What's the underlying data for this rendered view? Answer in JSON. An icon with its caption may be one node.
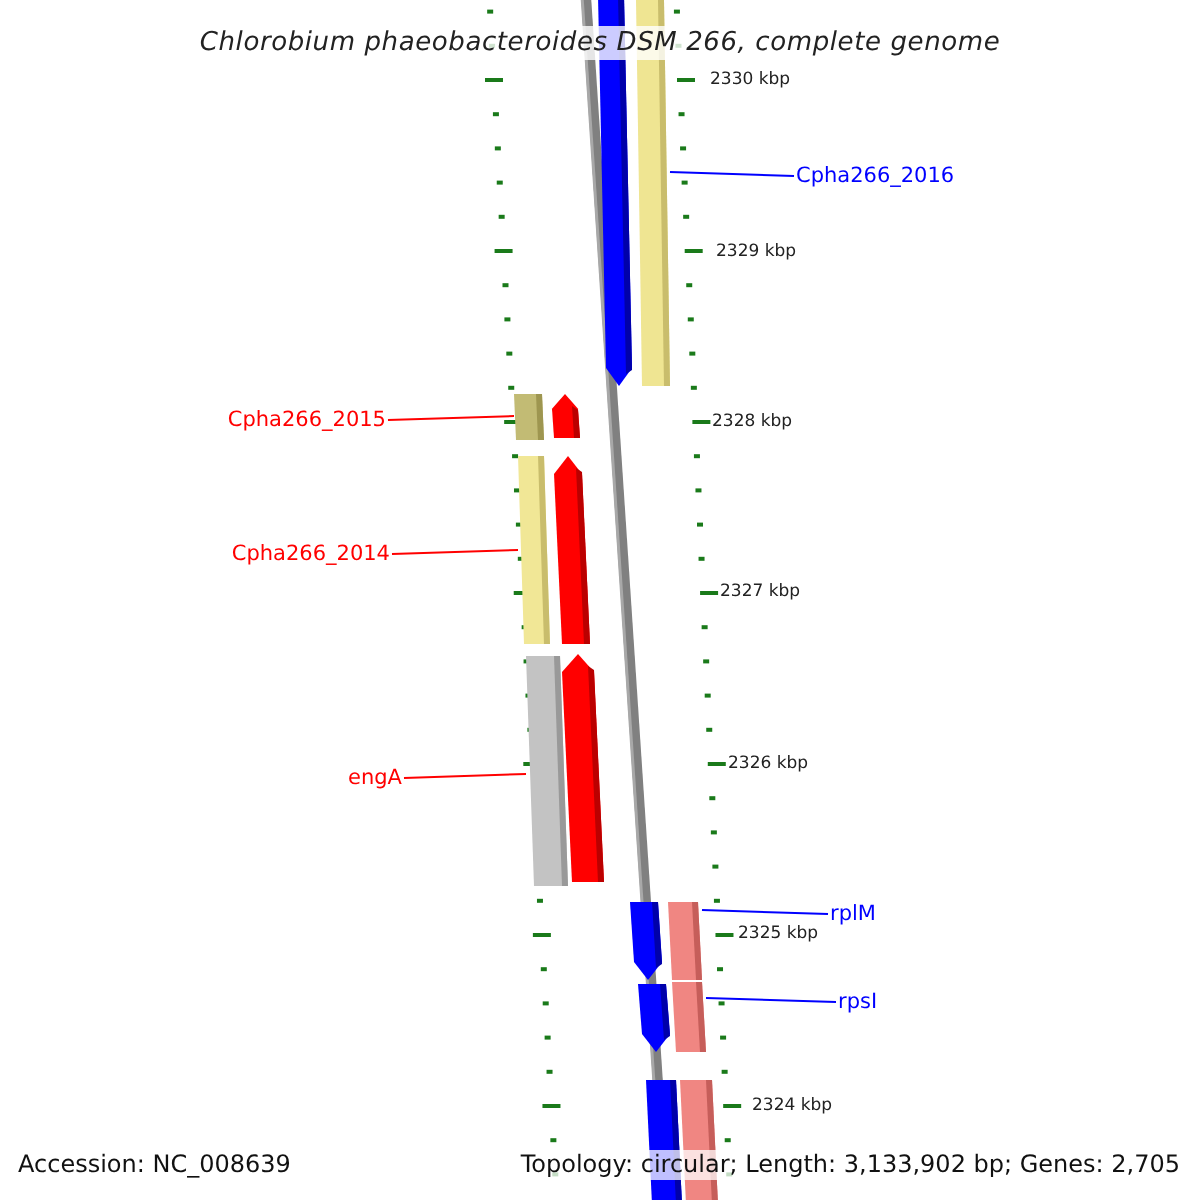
{
  "diagram": {
    "title": "Chlorobium phaeobacteroides DSM 266, complete genome",
    "nodes": [
      {
        "text": [
          "Cpha266_2016"
        ]
      },
      {
        "text": [],
        "shape": "bar"
      },
      {
        "text": [
          "Cpha266_2015"
        ]
      },
      {
        "text": [],
        "shape": "bar"
      },
      {
        "text": [
          "Cpha266_2014"
        ]
      },
      {
        "text": [],
        "shape": "bar"
      },
      {
        "text": [
          "engA"
        ]
      },
      {
        "text": [],
        "shape": "bar"
      },
      {
        "text": [
          "rplM"
        ]
      },
      {
        "text": [],
        "shape": "bar"
      },
      {
        "text": [
          "rpsI"
        ]
      },
      {
        "text": [],
        "shape": "bar"
      }
    ],
    "edges": [
      {
        "from": 0,
        "to": 1,
        "arrow": "none",
        "color": "#0000ff"
      },
      {
        "from": 2,
        "to": 3,
        "arrow": "none",
        "color": "#ff0000"
      },
      {
        "from": 4,
        "to": 5,
        "arrow": "none",
        "color": "#ff0000"
      },
      {
        "from": 6,
        "to": 7,
        "arrow": "none",
        "color": "#ff0000"
      },
      {
        "from": 8,
        "to": 9,
        "arrow": "none",
        "color": "#0000ff"
      },
      {
        "from": 10,
        "to": 11,
        "arrow": "none",
        "color": "#0000ff"
      }
    ],
    "labels": [
      "2330 kbp",
      "2329 kbp",
      "2328 kbp",
      "2327 kbp",
      "2326 kbp",
      "2325 kbp",
      "2324 kbp",
      "Accession: NC_008639",
      "Topology: circular; Length: 3,133,902 bp; Genes: 2,705"
    ]
  }
}
